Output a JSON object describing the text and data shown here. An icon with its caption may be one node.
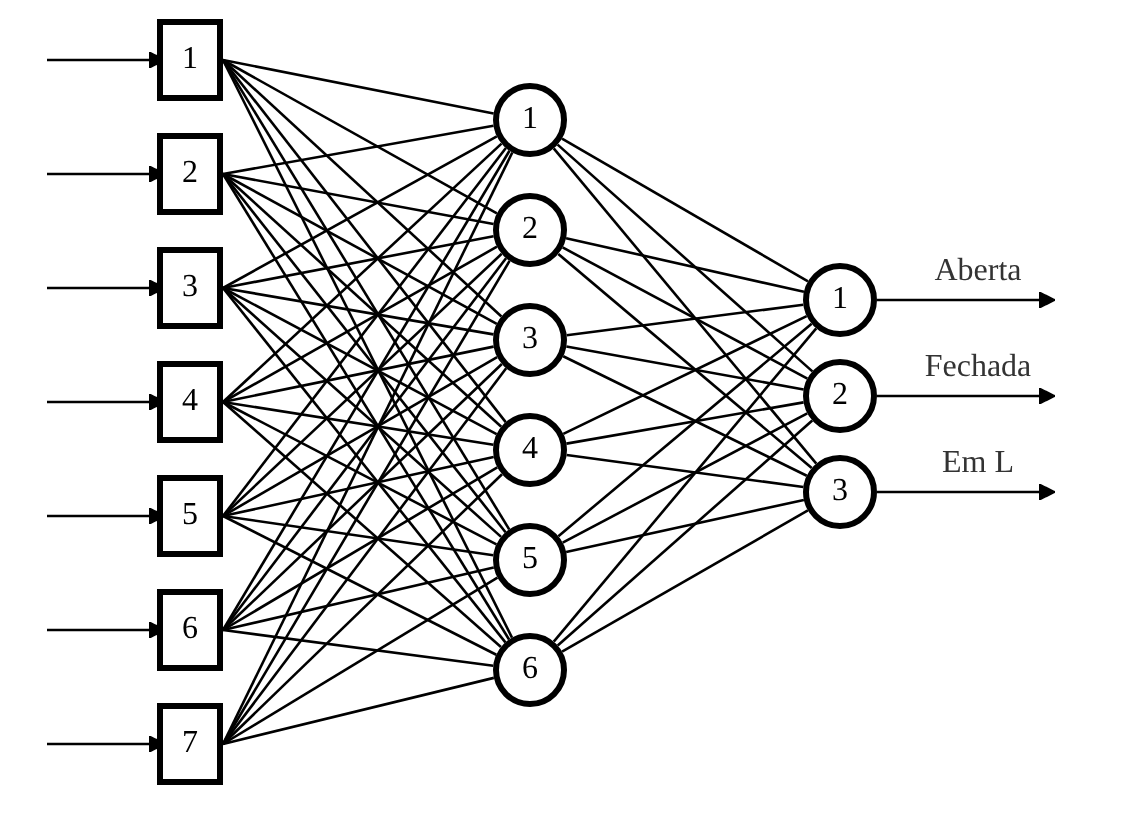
{
  "diagram": {
    "nodes": [
      {
        "text": [
          "1"
        ]
      },
      {
        "text": [
          "2"
        ]
      },
      {
        "text": [
          "3"
        ]
      },
      {
        "text": [
          "4"
        ]
      },
      {
        "text": [
          "5"
        ]
      },
      {
        "text": [
          "6"
        ]
      },
      {
        "text": [
          "7"
        ]
      },
      {
        "text": [
          "1"
        ]
      },
      {
        "text": [
          "2"
        ]
      },
      {
        "text": [
          "3"
        ]
      },
      {
        "text": [
          "4"
        ]
      },
      {
        "text": [
          "5"
        ]
      },
      {
        "text": [
          "6"
        ]
      },
      {
        "text": [
          "1"
        ]
      },
      {
        "text": [
          "2"
        ]
      },
      {
        "text": [
          "3"
        ]
      }
    ],
    "edges": [
      {
        "from": null,
        "to": 0,
        "arrow": "to"
      },
      {
        "from": null,
        "to": 1,
        "arrow": "to"
      },
      {
        "from": null,
        "to": 2,
        "arrow": "to"
      },
      {
        "from": null,
        "to": 3,
        "arrow": "to"
      },
      {
        "from": null,
        "to": 4,
        "arrow": "to"
      },
      {
        "from": null,
        "to": 5,
        "arrow": "to"
      },
      {
        "from": null,
        "to": 6,
        "arrow": "to"
      },
      {
        "from": 0,
        "to": 7,
        "arrow": "none"
      },
      {
        "from": 0,
        "to": 8,
        "arrow": "none"
      },
      {
        "from": 0,
        "to": 9,
        "arrow": "none"
      },
      {
        "from": 0,
        "to": 10,
        "arrow": "none"
      },
      {
        "from": 0,
        "to": 11,
        "arrow": "none"
      },
      {
        "from": 0,
        "to": 12,
        "arrow": "none"
      },
      {
        "from": 1,
        "to": 7,
        "arrow": "none"
      },
      {
        "from": 1,
        "to": 8,
        "arrow": "none"
      },
      {
        "from": 1,
        "to": 9,
        "arrow": "none"
      },
      {
        "from": 1,
        "to": 10,
        "arrow": "none"
      },
      {
        "from": 1,
        "to": 11,
        "arrow": "none"
      },
      {
        "from": 1,
        "to": 12,
        "arrow": "none"
      },
      {
        "from": 2,
        "to": 7,
        "arrow": "none"
      },
      {
        "from": 2,
        "to": 8,
        "arrow": "none"
      },
      {
        "from": 2,
        "to": 9,
        "arrow": "none"
      },
      {
        "from": 2,
        "to": 10,
        "arrow": "none"
      },
      {
        "from": 2,
        "to": 11,
        "arrow": "none"
      },
      {
        "from": 2,
        "to": 12,
        "arrow": "none"
      },
      {
        "from": 3,
        "to": 7,
        "arrow": "none"
      },
      {
        "from": 3,
        "to": 8,
        "arrow": "none"
      },
      {
        "from": 3,
        "to": 9,
        "arrow": "none"
      },
      {
        "from": 3,
        "to": 10,
        "arrow": "none"
      },
      {
        "from": 3,
        "to": 11,
        "arrow": "none"
      },
      {
        "from": 3,
        "to": 12,
        "arrow": "none"
      },
      {
        "from": 4,
        "to": 7,
        "arrow": "none"
      },
      {
        "from": 4,
        "to": 8,
        "arrow": "none"
      },
      {
        "from": 4,
        "to": 9,
        "arrow": "none"
      },
      {
        "from": 4,
        "to": 10,
        "arrow": "none"
      },
      {
        "from": 4,
        "to": 11,
        "arrow": "none"
      },
      {
        "from": 4,
        "to": 12,
        "arrow": "none"
      },
      {
        "from": 5,
        "to": 7,
        "arrow": "none"
      },
      {
        "from": 5,
        "to": 8,
        "arrow": "none"
      },
      {
        "from": 5,
        "to": 9,
        "arrow": "none"
      },
      {
        "from": 5,
        "to": 10,
        "arrow": "none"
      },
      {
        "from": 5,
        "to": 11,
        "arrow": "none"
      },
      {
        "from": 5,
        "to": 12,
        "arrow": "none"
      },
      {
        "from": 6,
        "to": 7,
        "arrow": "none"
      },
      {
        "from": 6,
        "to": 8,
        "arrow": "none"
      },
      {
        "from": 6,
        "to": 9,
        "arrow": "none"
      },
      {
        "from": 6,
        "to": 10,
        "arrow": "none"
      },
      {
        "from": 6,
        "to": 11,
        "arrow": "none"
      },
      {
        "from": 6,
        "to": 12,
        "arrow": "none"
      },
      {
        "from": 7,
        "to": 13,
        "arrow": "none"
      },
      {
        "from": 7,
        "to": 14,
        "arrow": "none"
      },
      {
        "from": 7,
        "to": 15,
        "arrow": "none"
      },
      {
        "from": 8,
        "to": 13,
        "arrow": "none"
      },
      {
        "from": 8,
        "to": 14,
        "arrow": "none"
      },
      {
        "from": 8,
        "to": 15,
        "arrow": "none"
      },
      {
        "from": 9,
        "to": 13,
        "arrow": "none"
      },
      {
        "from": 9,
        "to": 14,
        "arrow": "none"
      },
      {
        "from": 9,
        "to": 15,
        "arrow": "none"
      },
      {
        "from": 10,
        "to": 13,
        "arrow": "none"
      },
      {
        "from": 10,
        "to": 14,
        "arrow": "none"
      },
      {
        "from": 10,
        "to": 15,
        "arrow": "none"
      },
      {
        "from": 11,
        "to": 13,
        "arrow": "none"
      },
      {
        "from": 11,
        "to": 14,
        "arrow": "none"
      },
      {
        "from": 11,
        "to": 15,
        "arrow": "none"
      },
      {
        "from": 12,
        "to": 13,
        "arrow": "none"
      },
      {
        "from": 12,
        "to": 14,
        "arrow": "none"
      },
      {
        "from": 12,
        "to": 15,
        "arrow": "none"
      },
      {
        "from": 13,
        "to": null,
        "arrow": "to",
        "label": "Aberta"
      },
      {
        "from": 14,
        "to": null,
        "arrow": "to",
        "label": "Fechada"
      },
      {
        "from": 15,
        "to": null,
        "arrow": "to",
        "label": "Em L"
      }
    ]
  }
}
